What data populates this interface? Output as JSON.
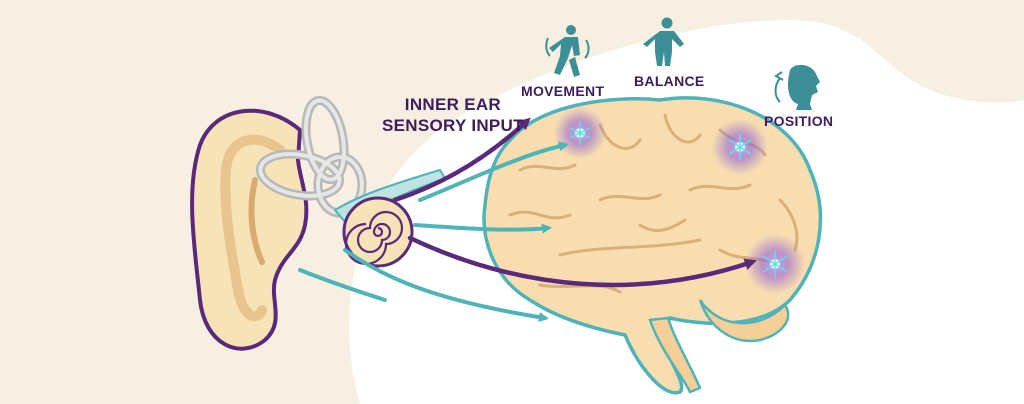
{
  "labels": {
    "inner_ear_line1": "INNER EAR",
    "inner_ear_line2": "SENSORY INPUT",
    "movement": "MOVEMENT",
    "balance": "BALANCE",
    "position": "POSITION"
  },
  "icons": {
    "movement": "person-moving-icon",
    "balance": "person-standing-icon",
    "position": "head-tilt-icon"
  },
  "colors": {
    "background": "#f6efe2",
    "brain_fill": "#f8ddb0",
    "brain_outline": "#4fb3b8",
    "ear_fill": "#f8e2b8",
    "ear_outline": "#5a2a7a",
    "nerve_teal": "#4fb3b8",
    "nerve_purple": "#5a2a7a",
    "label_text": "#3d1d5c",
    "icon_teal": "#3c8f97",
    "glow": "#8a5ad6"
  }
}
